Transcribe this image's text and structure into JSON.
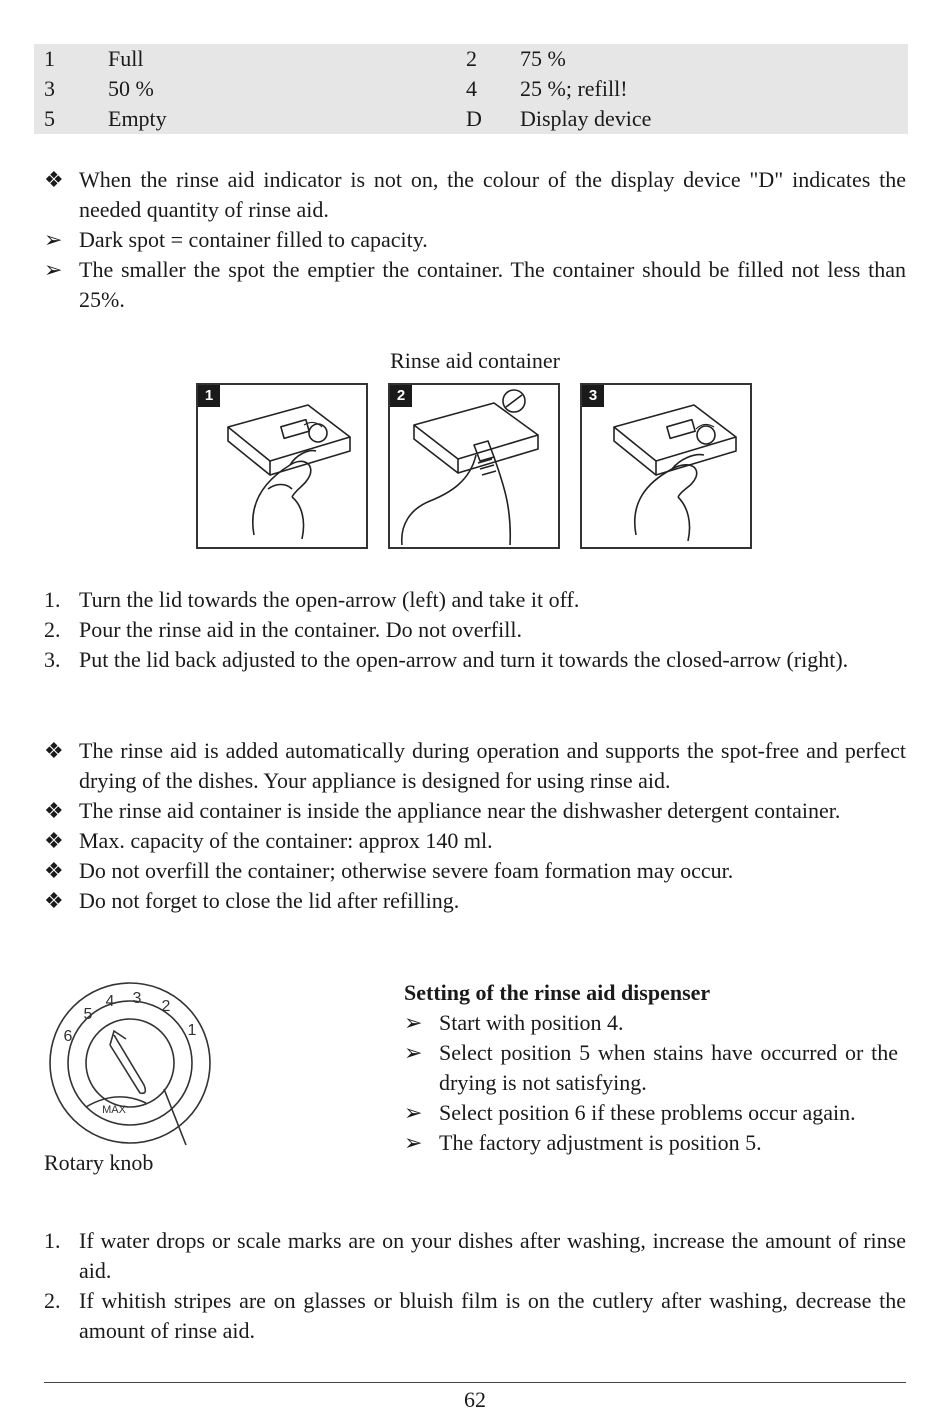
{
  "legend": [
    {
      "n1": "1",
      "l1": "Full",
      "n2": "2",
      "l2": "75 %"
    },
    {
      "n1": "3",
      "l1": "50 %",
      "n2": "4",
      "l2": "25 %; refill!"
    },
    {
      "n1": "5",
      "l1": "Empty",
      "n2": "D",
      "l2": "Display device"
    }
  ],
  "indicator": [
    {
      "marker": "❖",
      "text": "When the rinse aid indicator is not on, the colour of the display device \"D\" indicates the needed quantity of rinse aid."
    },
    {
      "marker": "➢",
      "text": "Dark spot = container filled to capacity."
    },
    {
      "marker": "➢",
      "text": "The smaller the spot the emptier the container. The container should be filled not less than 25%."
    }
  ],
  "figure_caption": "Rinse aid container",
  "panels": [
    "1",
    "2",
    "3"
  ],
  "fill_steps": [
    {
      "marker": "1.",
      "text": "Turn the lid towards the open-arrow (left) and take it off."
    },
    {
      "marker": "2.",
      "text": "Pour the rinse aid in the container. Do not overfill."
    },
    {
      "marker": "3.",
      "text": "Put the lid back adjusted to the open-arrow and turn it towards the closed-arrow (right)."
    }
  ],
  "notes": [
    {
      "marker": "❖",
      "text": "The rinse aid is added automatically during operation and supports the spot-free and perfect drying of the dishes. Your appliance is designed for using rinse aid."
    },
    {
      "marker": "❖",
      "text": "The rinse aid container is inside the appliance near the dishwasher detergent container."
    },
    {
      "marker": "❖",
      "text": "Max. capacity of the container: approx 140 ml."
    },
    {
      "marker": "❖",
      "text": "Do not overfill the container; otherwise severe foam formation may occur."
    },
    {
      "marker": "❖",
      "text": "Do not forget to close the lid after refilling."
    }
  ],
  "knob": {
    "caption": "Rotary knob",
    "numbers": [
      "1",
      "2",
      "3",
      "4",
      "5",
      "6"
    ],
    "max_label": "MAX"
  },
  "setting": {
    "title": "Setting of the rinse aid dispenser",
    "items": [
      {
        "marker": "➢",
        "text": "Start with position 4."
      },
      {
        "marker": "➢",
        "text": "Select position 5 when stains have occurred or the drying is not satisfying."
      },
      {
        "marker": "➢",
        "text": "Select position 6 if these problems occur again."
      },
      {
        "marker": "➢",
        "text": "The factory adjustment is position 5."
      }
    ]
  },
  "adjust_steps": [
    {
      "marker": "1.",
      "text": "If water drops or scale marks are on your dishes after washing, increase the amount of rinse aid."
    },
    {
      "marker": "2.",
      "text": "If whitish stripes are on glasses or bluish film is on the cutlery after washing, decrease the amount of rinse aid."
    }
  ],
  "page_number": "62"
}
